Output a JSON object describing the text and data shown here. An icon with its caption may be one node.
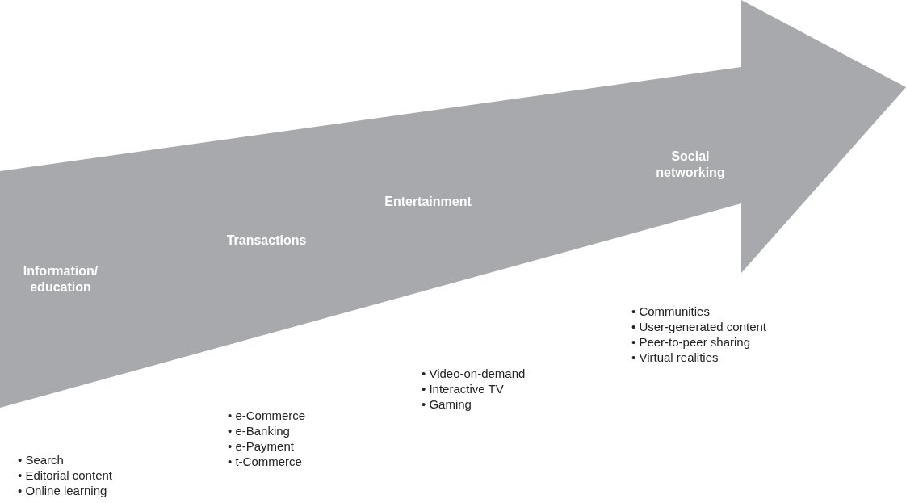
{
  "diagram": {
    "nodes": [
      {
        "text": [
          "Information/ education",
          "Transactions",
          "Entertainment",
          "Social networking"
        ]
      }
    ],
    "labels": [
      "• Search",
      "• Editorial content",
      "• Online learning",
      "• e-Commerce",
      "• e-Banking",
      "• e-Payment",
      "• t-Commerce",
      "• Video-on-demand",
      "• Interactive TV",
      "• Gaming",
      "• Communities",
      "• User-generated content",
      "• Peer-to-peer sharing",
      "• Virtual realities"
    ]
  }
}
